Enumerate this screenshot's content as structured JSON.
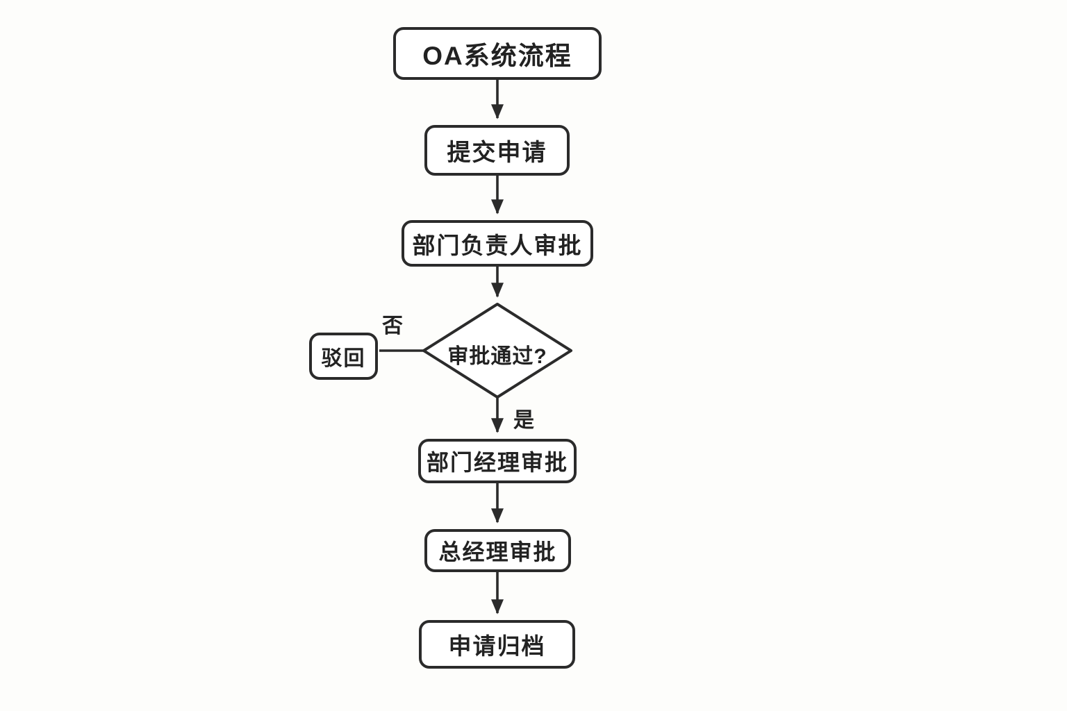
{
  "diagram": {
    "type": "flowchart",
    "title": "OA系统流程",
    "background_color": "#fdfdfb",
    "stroke_color": "#2b2b2b",
    "node_fill_color": "#ffffff",
    "nodes": {
      "start": {
        "label": "OA系统流程",
        "shape": "rounded-rect"
      },
      "submit": {
        "label": "提交申请",
        "shape": "rounded-rect"
      },
      "dept_head": {
        "label": "部门负责人审批",
        "shape": "rounded-rect"
      },
      "decision": {
        "label": "审批通过?",
        "shape": "diamond"
      },
      "reject": {
        "label": "驳回",
        "shape": "rounded-rect"
      },
      "dept_manager": {
        "label": "部门经理审批",
        "shape": "rounded-rect"
      },
      "general_manager": {
        "label": "总经理审批",
        "shape": "rounded-rect"
      },
      "archive": {
        "label": "申请归档",
        "shape": "rounded-rect"
      }
    },
    "edge_labels": {
      "no": "否",
      "yes": "是"
    },
    "edges": [
      {
        "from": "start",
        "to": "submit",
        "arrow": true
      },
      {
        "from": "submit",
        "to": "dept_head",
        "arrow": true
      },
      {
        "from": "dept_head",
        "to": "decision",
        "arrow": true
      },
      {
        "from": "decision",
        "to": "reject",
        "arrow": false,
        "label": "否"
      },
      {
        "from": "decision",
        "to": "dept_manager",
        "arrow": true,
        "label": "是"
      },
      {
        "from": "dept_manager",
        "to": "general_manager",
        "arrow": true
      },
      {
        "from": "general_manager",
        "to": "archive",
        "arrow": true
      }
    ]
  }
}
